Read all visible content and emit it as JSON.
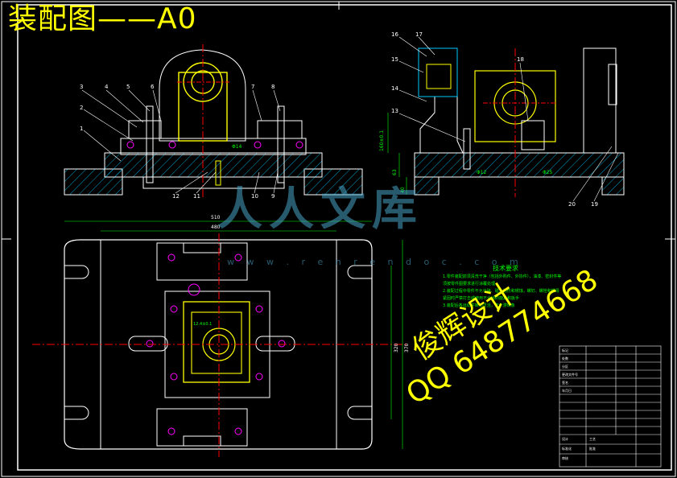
{
  "title": "装配图——A0",
  "watermark": {
    "designer": "俊辉设计",
    "contact": "QQ 648774668",
    "site_logo": "人人文库",
    "site_url": "w w w . r e n r e n d o c . c o m"
  },
  "part_labels": {
    "front_view": [
      "3",
      "4",
      "5",
      "6",
      "7",
      "8",
      "2",
      "1",
      "12",
      "11",
      "10",
      "9"
    ],
    "side_view": [
      "16",
      "17",
      "15",
      "14",
      "18",
      "13",
      "20",
      "19"
    ]
  },
  "dimensions": {
    "width_outer": "510",
    "width_inner": "480",
    "height_outer": "370",
    "height_inner": "320",
    "side_height_total": "160±0.1",
    "side_height_a": "63",
    "side_height_b": "40",
    "side_hole_a": "Φ12",
    "side_hole_b": "Φ25",
    "front_hole": "Φ14",
    "inner_dim": "12.4±0.1"
  },
  "tech_requirements": {
    "heading": "技术要求",
    "notes": [
      "1.零件装配前须清洗干净（包括外购件、外协件），油漆、密封件等",
      "须按零件图要求进行涂覆处理",
      "2.装配过程中零件不允许磕、碰、划伤和锈蚀，螺钉、螺栓和螺母",
      "紧固时严禁打击或使用不合适的旋具和扳手",
      "3.装配后各运动件转动灵活，无卡滞现象"
    ]
  },
  "title_block": {
    "rows": [
      "标记",
      "处数",
      "分区",
      "更改文件号",
      "签名",
      "年月日"
    ],
    "footer": [
      "设计",
      "标准化",
      "审核",
      "工艺",
      "批准"
    ]
  },
  "colors": {
    "background": "#000000",
    "outline": "#ffffff",
    "part": "#ffff00",
    "center_line": "#ff0000",
    "dimension": "#00ff00",
    "hatch": "#00c8ff",
    "accent": "#ff00ff"
  }
}
